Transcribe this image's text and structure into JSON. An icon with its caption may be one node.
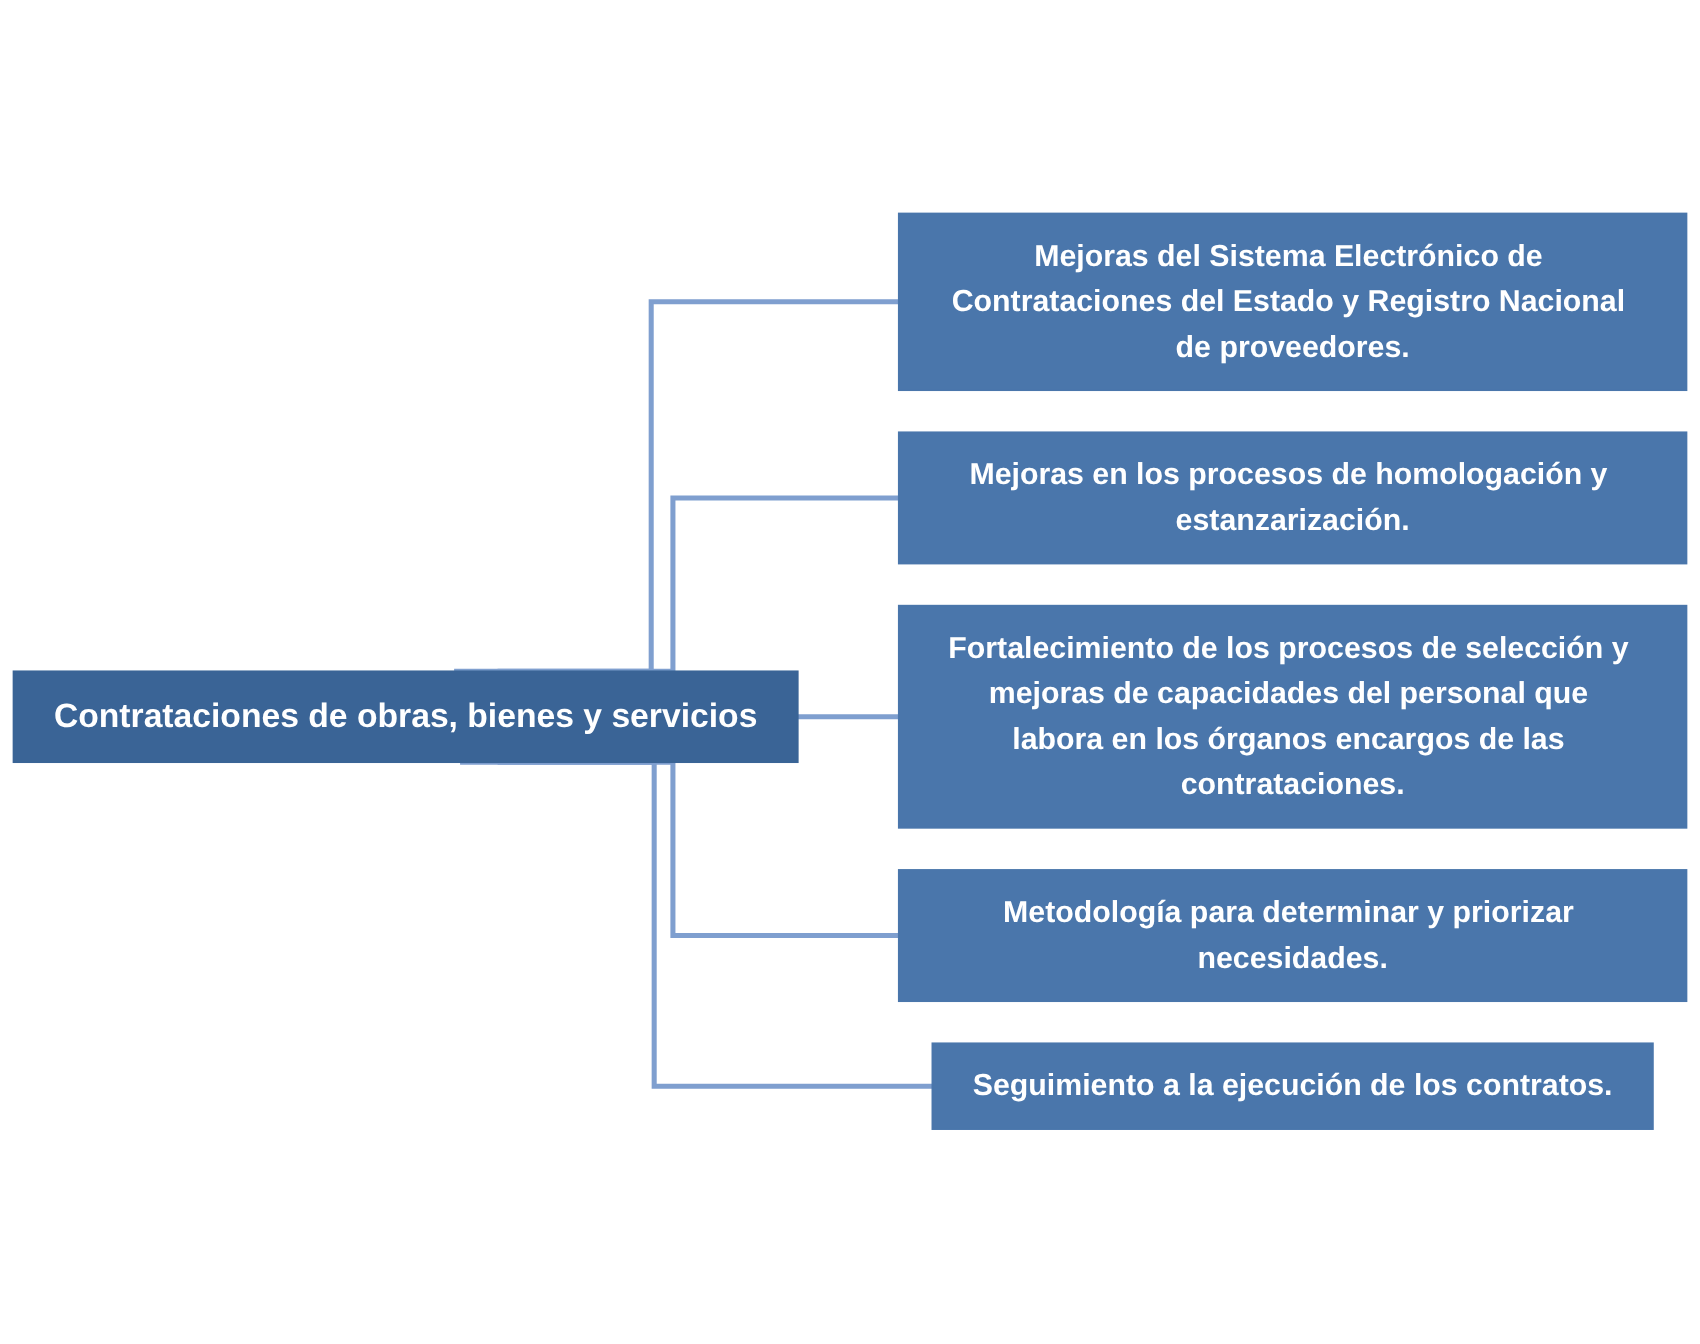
{
  "diagram": {
    "nodes": [
      {
        "text": [
          "Contrataciones de obras, bienes y servicios"
        ]
      },
      {
        "text": [
          "Mejoras del Sistema Electrónico de Contrataciones del Estado y Registro Nacional de proveedores."
        ]
      },
      {
        "text": [
          "Mejoras en los procesos de homologación y estanzarización."
        ]
      },
      {
        "text": [
          "Fortalecimiento de los procesos de selección y mejoras de capacidades del personal que labora en los órganos encargos de las contrataciones."
        ]
      },
      {
        "text": [
          "Metodología para determinar y priorizar necesidades."
        ]
      },
      {
        "text": [
          "Seguimiento a la ejecución de los contratos."
        ]
      }
    ],
    "edges": [
      {
        "from": 0,
        "to": 1,
        "arrow": "none"
      },
      {
        "from": 0,
        "to": 2,
        "arrow": "none"
      },
      {
        "from": 0,
        "to": 3,
        "arrow": "none"
      },
      {
        "from": 0,
        "to": 4,
        "arrow": "none"
      },
      {
        "from": 0,
        "to": 5,
        "arrow": "none"
      }
    ]
  }
}
